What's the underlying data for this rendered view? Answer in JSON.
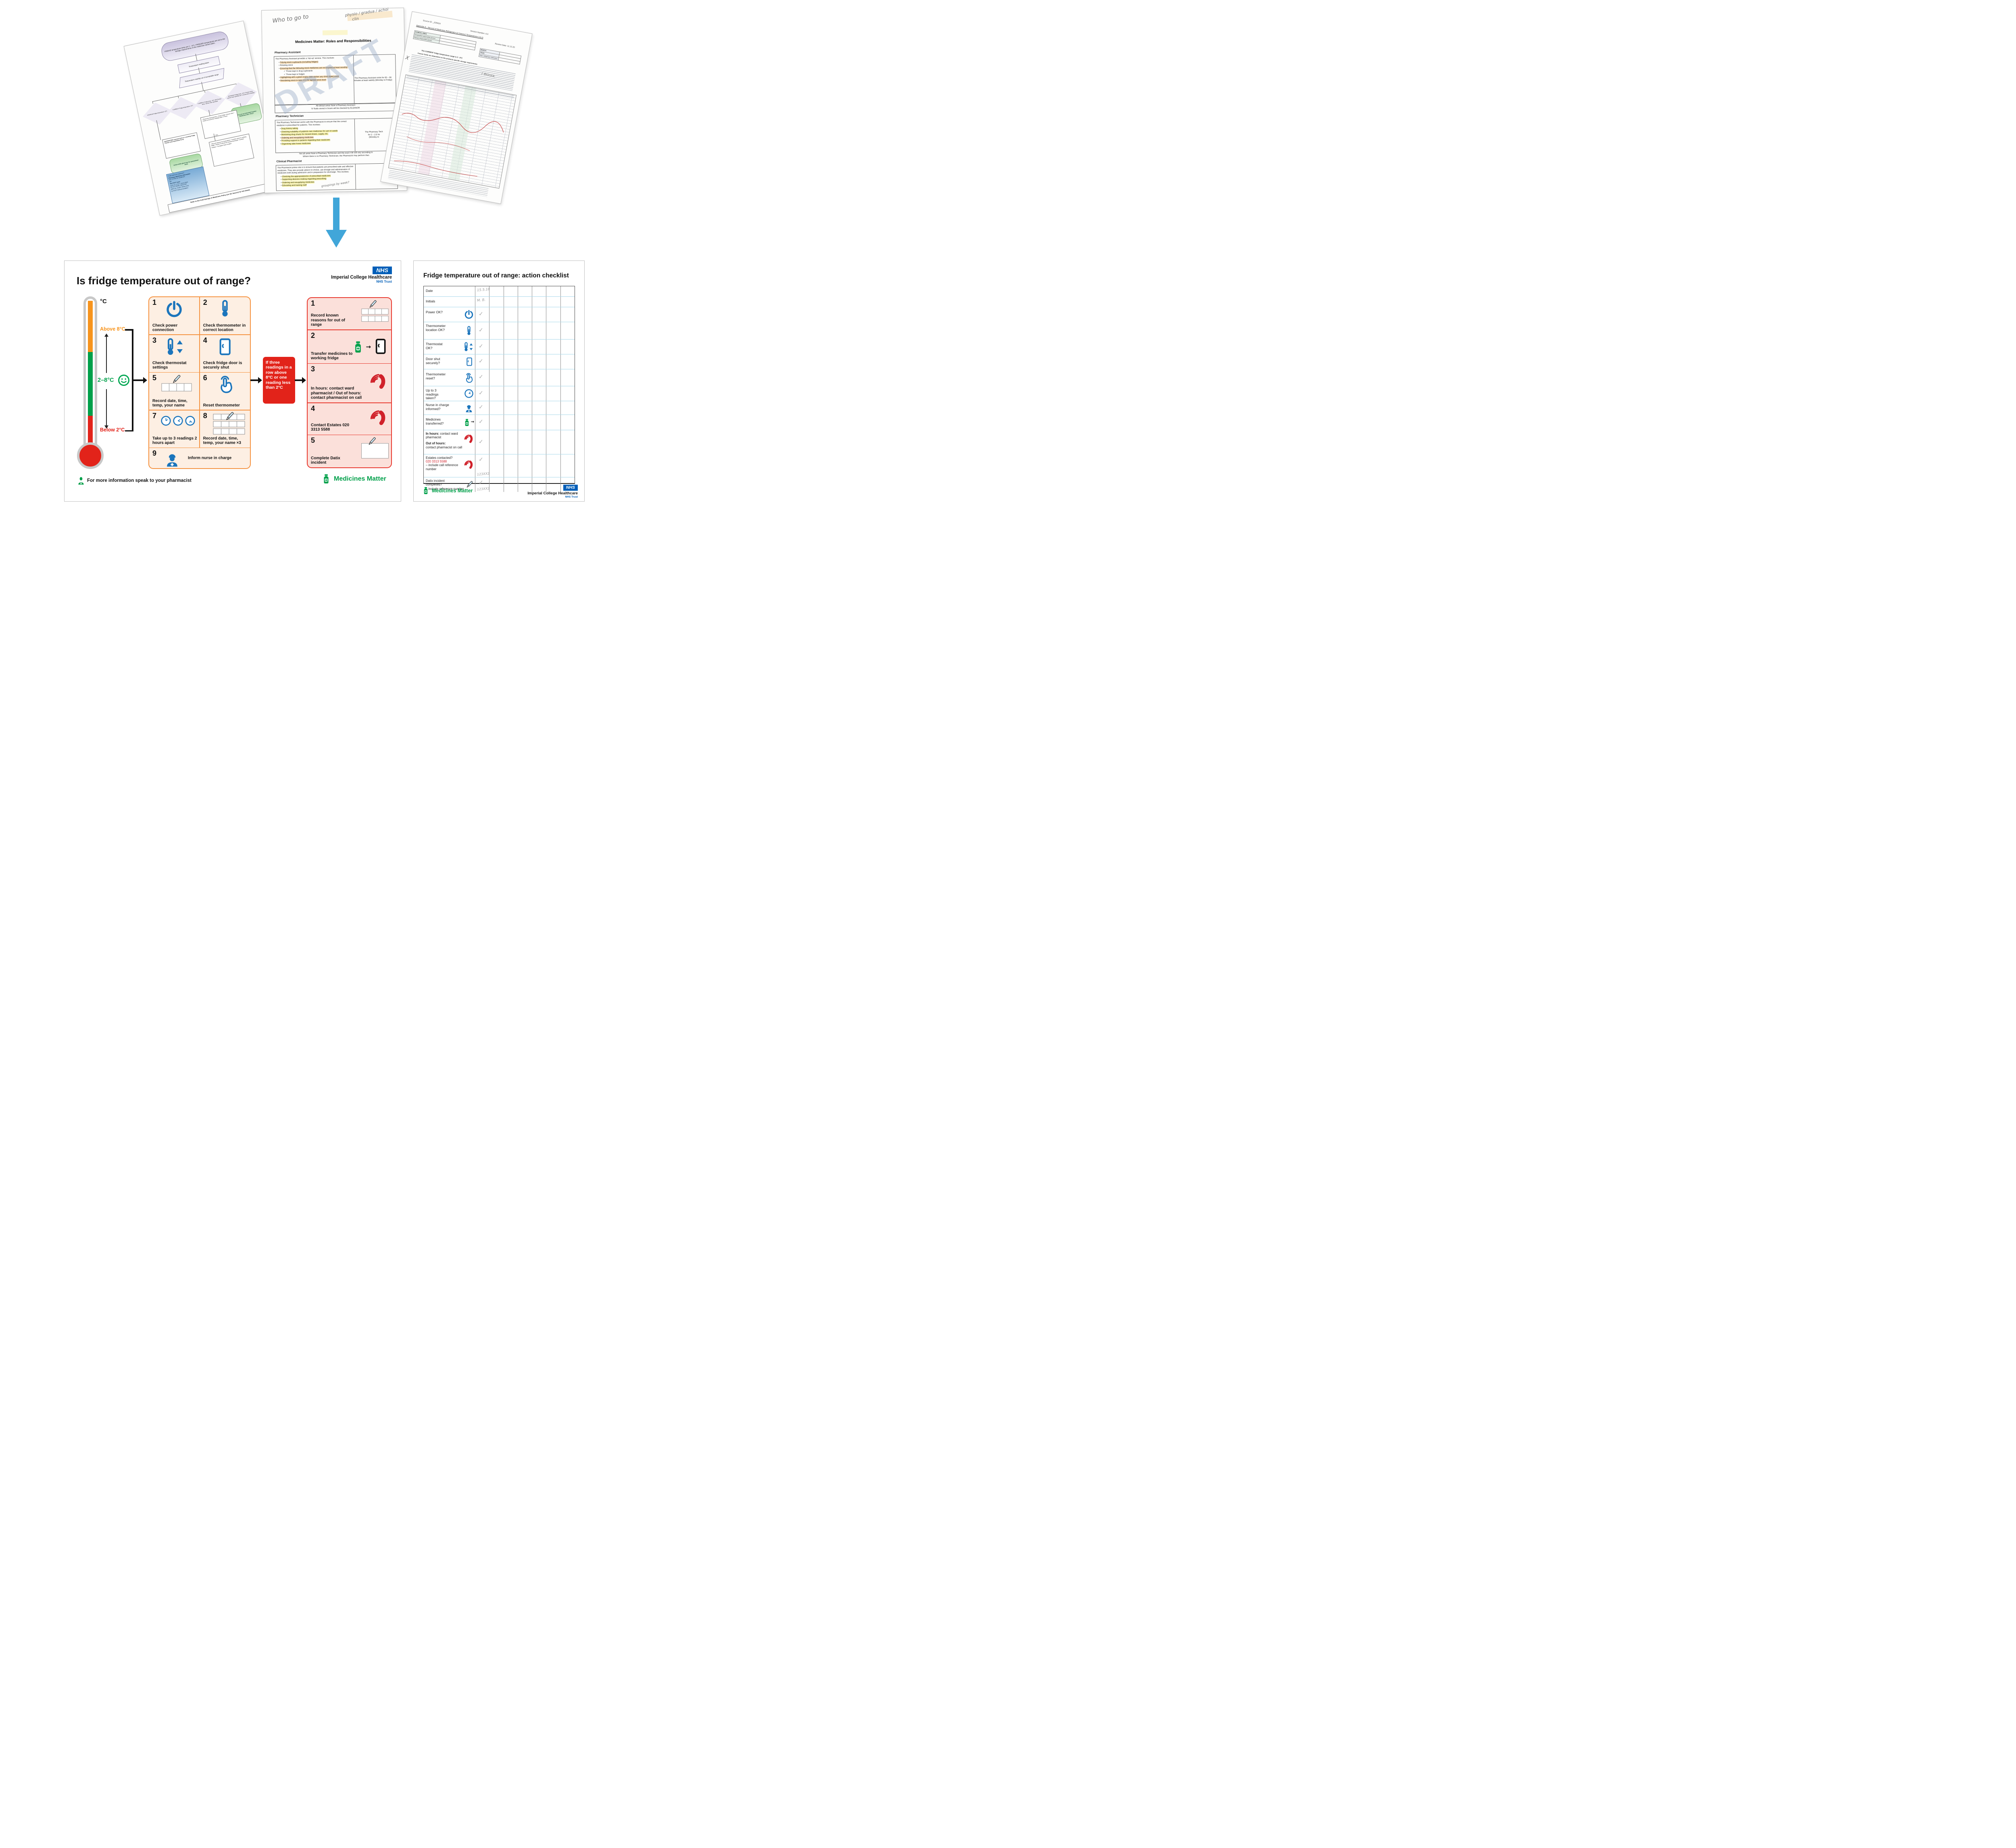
{
  "docA": {
    "banner": "FRIDGE temperature limits are 2 – 8°C. FREEZER temperatures are set to the storage requirements of the medicines stored within.",
    "n1": "Temperature reading taken",
    "n2": "Temperature reading out of acceptable range",
    "d1": "MINIMUM Fridge temperature <2°C",
    "d2": "CURRENT Fridge temperature <2°C",
    "d3": "CURRENT Fridge temp. >8°C OR Freezer temp. warmer than specified",
    "d4": "MAXIMUM Fridge temp. >8°C Freezer temp. warmer than specified for 3 consecutive readings",
    "yes": "YES",
    "g1": "Carry out as instructed Contact Medicines Info / POCT",
    "b1": "•  Reset the thermometer  •  Close fridge / freezer door  •  Check & record the readings after 2 hours",
    "q": "QUARANTINE exposed stock in a working fridge / freezer (use quarantine form)",
    "b2": "•  Record reasons for fluctuations  •  Transfer stock to working fridge / freezer if cannot be resolved promptly  •  Contact Estates  •  Complete Datix Incident",
    "g2": "Action white glove box for quarantined stock",
    "advice1": "*FOR ADVICE CONTACT:",
    "advice2": "Pharmacy Medicines Information",
    "advice3": "(ext. 11703) for medicines",
    "advice4": "OR",
    "advice5": "The POCT team",
    "advice6": "CXH ext. 17077 / bleep 5942",
    "advice7": "HH ext. 92446 / bleep 960",
    "advice8": "SMH ext. 21320 / bleep 1022",
    "advice9": "for POCT kits/consumables",
    "footer": "Refer to the Cold Storage of Medicines Policy (on the Source) for full details"
  },
  "docB": {
    "hw1": "Who to go to",
    "hw2": "physio / gradua / achoi",
    "hw3": "clin",
    "hw4": "groupings by week?",
    "watermark": "DRAFT",
    "title": "Medicines Matter: Roles and Responsibilities",
    "h1": "Pharmacy Assistant",
    "p1": "The Pharmacy Assistant provides a ‘top-up’ service.  This involves:",
    "p1b": [
      "Tidying stock cupboards (including fridges)",
      "Rotating stock",
      "Ensuring that the following stock medicines are not expired at least monthly:",
      "✓  Those kept in drug cupboards",
      "✓  Those kept in fridges",
      "Highlighting with a green expiry date sticker any short dated stock",
      "Reordering stock to take it to the agreed stock level"
    ],
    "p1side": "The Pharmacy Assistant visits for 60 – 90 minutes at least weekly (Monday to Friday)",
    "p1n1": "All clinical areas have a Pharmacy Assistant",
    "p1n2": "IV fluids stored in boxes will be checked by ELEANOR",
    "h2": "Pharmacy Technician",
    "p2": "The Pharmacy Technician works with the Pharmacist to ensure that the correct medicine is prescribed for patients.  This involves:",
    "p2b": [
      "Drug history taking",
      "Checking suitability of patients own medicines for use on wards",
      "Monitoring drug charts for missed doses, supply, etc.",
      "Ordering and resupplying medicines",
      "Providing support to patients regarding their medicines",
      "Organising take home medicines"
    ],
    "p2side1": "The Pharmacy Tech",
    "p2side2": "for 2 – 2.5 ho",
    "p2side3": "(Monday to",
    "p2n1": "Not all areas have a Pharmacy Technician and the exact role will vary according to",
    "p2n2": "Where there is no Pharmacy Technician, the Pharmacist may perform thes",
    "h3": "Clinical Pharmacist",
    "p3": "The Pharmacist prime role is to ensure that patients are prescribed safe and effective medicines.  They also provide advice on choice, use dosage and administration of medicines both during admission and in preparation for discharge.  This involves:",
    "p3b": [
      "Checking the appropriateness of prescribed medicines",
      "Supporting decision making regarding prescribing",
      "Ordering and resupplying medicines",
      "Educating and training staff"
    ]
  },
  "docC": {
    "source": "Source ID: _025924",
    "version": "Version Number: 6.0",
    "appendix": "Appendix A – Record of Medicines Refrigerator (or freezer) Temperatures (v6.0)",
    "review": "Review Date: 11.12.20",
    "f1": "CLINICAL AREA",
    "f2": "Designated responsible person",
    "f3": "Deputy responsible person",
    "f4": "MONTH",
    "f5": "YEAR",
    "f6": "Date refrigerator defrosted",
    "intro1": "The CURRENT fridge temperature range is 2 - 8°C",
    "intro2": "Freezer limits are dependent on the products specific storage requirements",
    "hwx": "X",
    "hwbigger": "{ BIGGER."
  },
  "posterL": {
    "title": "Is fridge temperature out of range?",
    "nhs": {
      "logo": "NHS",
      "org": "Imperial College Healthcare",
      "trust": "NHS Trust"
    },
    "thermometer": {
      "unit": "°C",
      "above": "Above 8°C",
      "range": "2–8°C",
      "below": "Below 2°C",
      "above_color": "#F7941D",
      "range_color": "#00A04A",
      "below_color": "#E2231A"
    },
    "steps": [
      {
        "num": "1",
        "label": "Check power connection"
      },
      {
        "num": "2",
        "label": "Check thermometer in correct location"
      },
      {
        "num": "3",
        "label": "Check thermostat settings"
      },
      {
        "num": "4",
        "label": "Check fridge door is securely shut"
      },
      {
        "num": "5",
        "label": "Record date, time, temp, your name"
      },
      {
        "num": "6",
        "label": "Reset thermometer"
      },
      {
        "num": "7",
        "label": "Take up to 3 readings 2 hours apart"
      },
      {
        "num": "8",
        "label": "Record date, time, temp, your name ×3"
      },
      {
        "num": "9",
        "label": "Inform nurse in charge"
      }
    ],
    "decision": "If three readings in a row above 8°C or one reading less than 2°C",
    "transfer_arrow": "→",
    "actions": [
      {
        "num": "1",
        "label": "Record known reasons for out of range"
      },
      {
        "num": "2",
        "label": "Transfer medicines to working fridge"
      },
      {
        "num": "3",
        "label": "In hours: contact ward pharmacist / Out of hours: contact pharmacist on call"
      },
      {
        "num": "4",
        "label": "Contact Estates 020 3313 5588"
      },
      {
        "num": "5",
        "label": "Complete Datix incident"
      }
    ],
    "footer_note": "For more information speak to your pharmacist",
    "brand": "Medicines Matter"
  },
  "posterR": {
    "title": "Fridge temperature out of range: action checklist",
    "rows": [
      {
        "label": "Date",
        "value": "15.5.18"
      },
      {
        "label": "Initials",
        "value": "M. B."
      },
      {
        "label": "Power OK?",
        "check": "✓"
      },
      {
        "label": "Thermometer location OK?",
        "check": "✓"
      },
      {
        "label": "Thermostat OK?",
        "check": "✓"
      },
      {
        "label": "Door shut securely?",
        "check": "✓"
      },
      {
        "label": "Thermometer reset?",
        "check": "✓"
      },
      {
        "label": "Up to 3 readings taken?",
        "check": "✓"
      },
      {
        "label": "Nurse in charge informed?",
        "check": "✓"
      },
      {
        "label": "Medicines transferred?",
        "arrow": "→",
        "check": "✓"
      },
      {
        "b1": "In hours:",
        "r1": "contact ward pharmacist",
        "b2": "Out of hours:",
        "r2": "contact pharmacist on call",
        "check": "✓"
      },
      {
        "l1": "Estates contacted?",
        "phone": "020 3313 5588",
        "l2": "– include call reference number",
        "check": "✓",
        "ref": "123XX2"
      },
      {
        "l1": "Datix incident completed?",
        "l2": "– include reference number",
        "check": "✓",
        "ref": "123XX2"
      }
    ],
    "brand": "Medicines Matter",
    "nhs": {
      "logo": "NHS",
      "org": "Imperial College Healthcare",
      "trust": "NHS Trust"
    }
  }
}
